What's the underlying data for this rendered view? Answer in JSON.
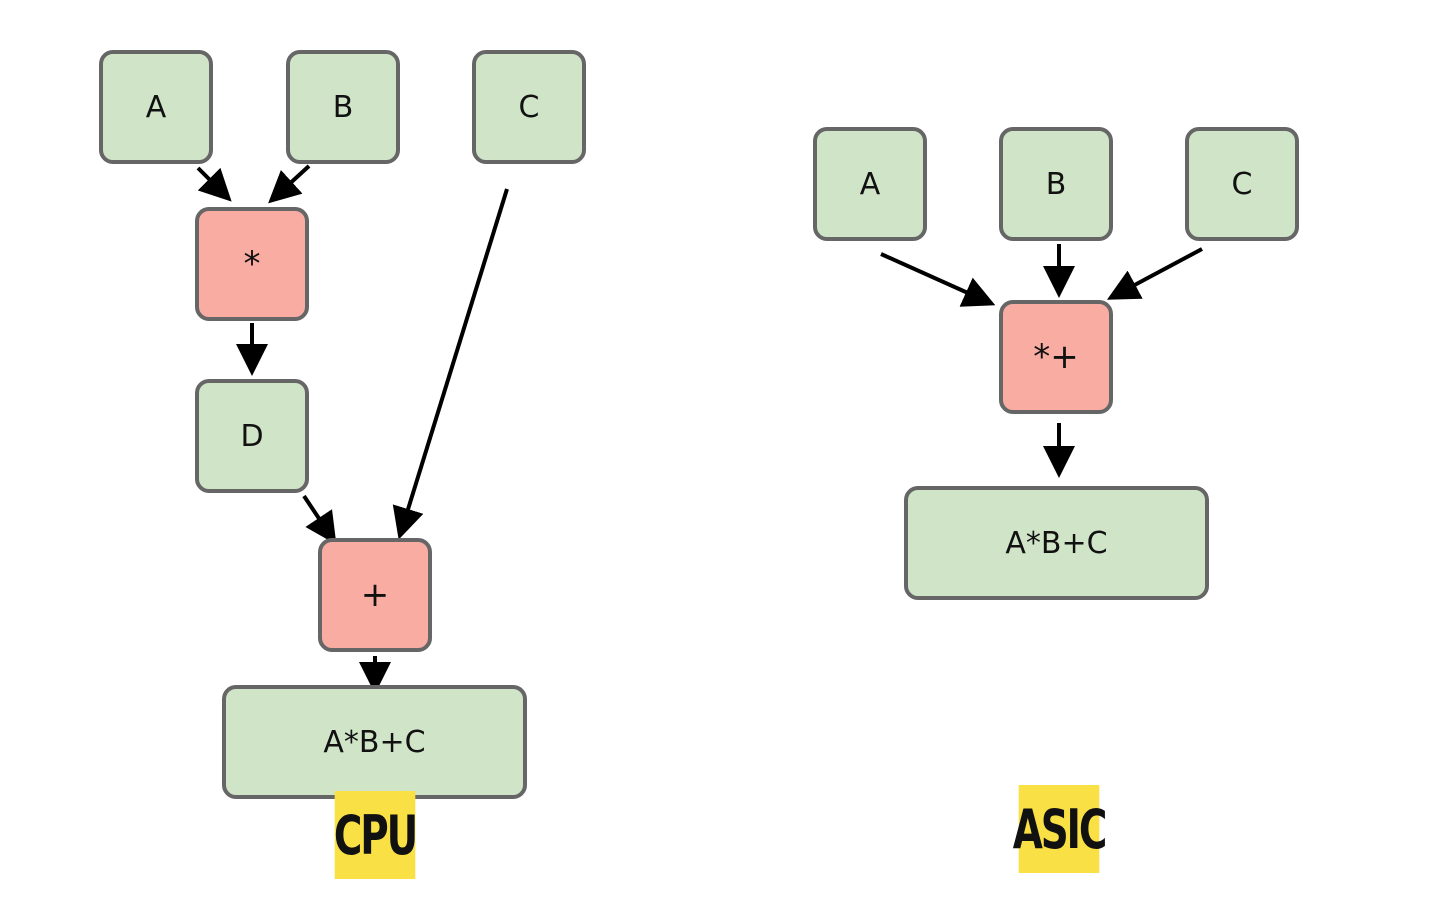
{
  "diagram": {
    "colors": {
      "operand_fill": "#d0e4c8",
      "operator_fill": "#f9aca2",
      "border": "#666666",
      "label_badge": "#f9e045",
      "arrow": "#000000"
    },
    "cpu": {
      "label": "CPU",
      "nodes": {
        "a": "A",
        "b": "B",
        "c": "C",
        "multiply": "*",
        "d": "D",
        "add": "+",
        "result": "A*B+C"
      },
      "edges": [
        {
          "from": "A",
          "to": "*"
        },
        {
          "from": "B",
          "to": "*"
        },
        {
          "from": "*",
          "to": "D"
        },
        {
          "from": "D",
          "to": "+"
        },
        {
          "from": "C",
          "to": "+"
        },
        {
          "from": "+",
          "to": "A*B+C"
        }
      ]
    },
    "asic": {
      "label": "ASIC",
      "nodes": {
        "a": "A",
        "b": "B",
        "c": "C",
        "fused": "*+",
        "result": "A*B+C"
      },
      "edges": [
        {
          "from": "A",
          "to": "*+"
        },
        {
          "from": "B",
          "to": "*+"
        },
        {
          "from": "C",
          "to": "*+"
        },
        {
          "from": "*+",
          "to": "A*B+C"
        }
      ]
    }
  }
}
